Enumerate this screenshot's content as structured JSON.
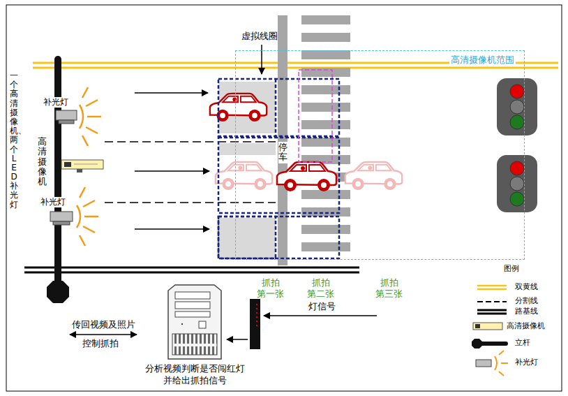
{
  "diagram": {
    "nodes": [
      {
        "text": [
          "高清摄像机范围"
        ]
      },
      {
        "text": [
          "分析视频判断是否闯红灯 并给出抓拍信号"
        ]
      }
    ],
    "labels": [
      "一个高清摄像机、两个LED补光灯",
      "补光灯",
      "高清摄像机",
      "补光灯",
      "虚拟线圈",
      "停车",
      "抓拍 第一张",
      "抓拍 第二张",
      "抓拍 第三张",
      "灯信号",
      "传回视频及照片",
      "控制抓拍",
      "图例"
    ],
    "legend": [
      {
        "text": "双黄线"
      },
      {
        "text": "分割线"
      },
      {
        "text": "路基线"
      },
      {
        "text": "高清摄像机"
      },
      {
        "text": "立杆"
      },
      {
        "text": "补光灯"
      }
    ]
  }
}
